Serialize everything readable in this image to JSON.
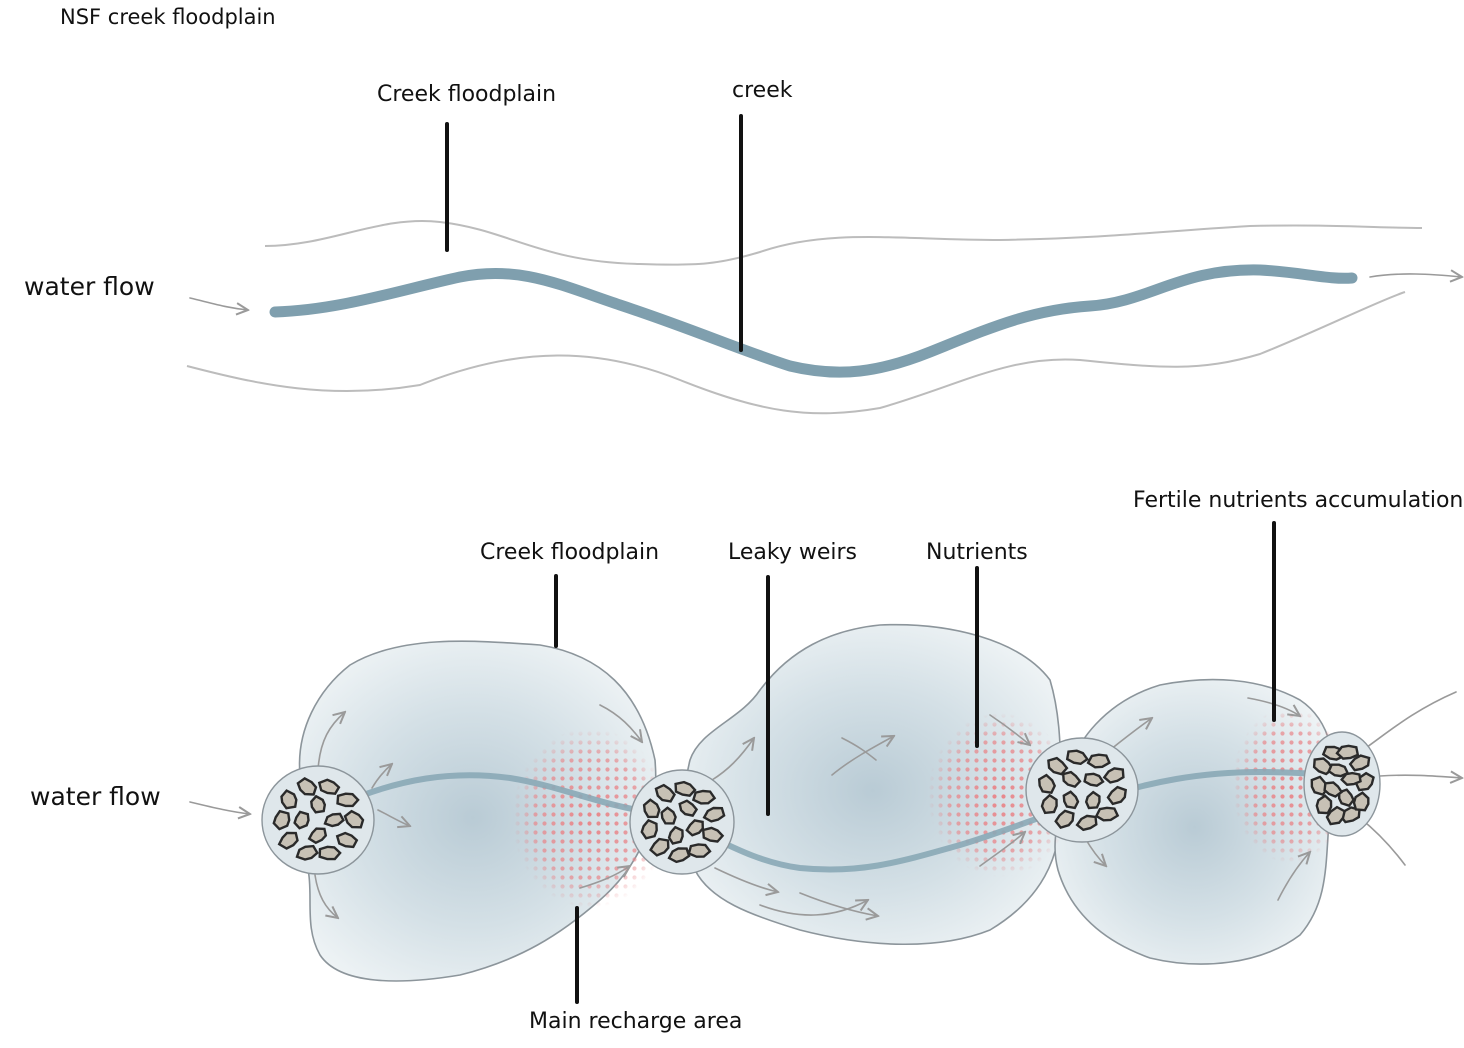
{
  "title": "NSF creek floodplain",
  "top_panel": {
    "label_floodplain": "Creek floodplain",
    "label_creek": "creek",
    "label_water_flow": "water flow"
  },
  "bottom_panel": {
    "label_water_flow": "water flow",
    "label_floodplain": "Creek floodplain",
    "label_leaky_weirs": "Leaky weirs",
    "label_nutrients": "Nutrients",
    "label_fertile": "Fertile nutrients accumulation",
    "label_recharge": "Main recharge area"
  },
  "colors": {
    "creek": "#7f9fae",
    "pond_fill": "#e3ebef",
    "pond_center": "#b9cbd5",
    "nutrient_dots": "#e8868a",
    "rock": "#c7c1b5",
    "bank_line": "#bcbcbc"
  }
}
